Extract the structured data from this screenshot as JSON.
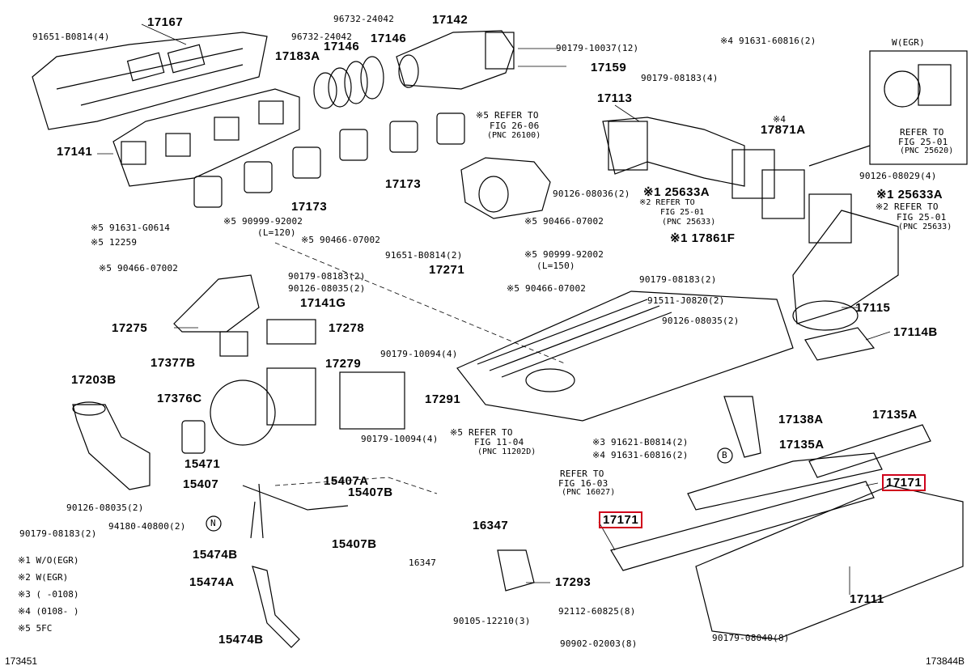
{
  "labels": [
    {
      "id": "p17167",
      "text": "17167",
      "cls": "big"
    },
    {
      "id": "p91651a",
      "text": "91651-B0814(4)",
      "cls": "sm"
    },
    {
      "id": "p96732a",
      "text": "96732-24042",
      "cls": "sm"
    },
    {
      "id": "p17142",
      "text": "17142",
      "cls": "big"
    },
    {
      "id": "p96732b",
      "text": "96732-24042",
      "cls": "sm"
    },
    {
      "id": "p17146a",
      "text": "17146",
      "cls": "big"
    },
    {
      "id": "p17146b",
      "text": "17146",
      "cls": "big"
    },
    {
      "id": "p17183a",
      "text": "17183A",
      "cls": "big"
    },
    {
      "id": "p90179_10037",
      "text": "90179-10037(12)",
      "cls": "sm"
    },
    {
      "id": "p17159",
      "text": "17159",
      "cls": "big"
    },
    {
      "id": "p91631_60816a",
      "text": "※4 91631-60816(2)",
      "cls": "sm"
    },
    {
      "id": "pwegr",
      "text": "W(EGR)",
      "cls": "sm"
    },
    {
      "id": "p90179_08183a",
      "text": "90179-08183(4)",
      "cls": "sm"
    },
    {
      "id": "p17113",
      "text": "17113",
      "cls": "big"
    },
    {
      "id": "p4star",
      "text": "※4",
      "cls": "sm"
    },
    {
      "id": "p17871a",
      "text": "17871A",
      "cls": "big"
    },
    {
      "id": "pref2501a",
      "text": "REFER TO",
      "cls": "sm"
    },
    {
      "id": "pref2501b",
      "text": "FIG 25-01",
      "cls": "sm"
    },
    {
      "id": "pref2501c",
      "text": "(PNC 25620)",
      "cls": "xs"
    },
    {
      "id": "p17141",
      "text": "17141",
      "cls": "big"
    },
    {
      "id": "pref2606a",
      "text": "※5 REFER TO",
      "cls": "sm"
    },
    {
      "id": "pref2606b",
      "text": "FIG 26-06",
      "cls": "sm"
    },
    {
      "id": "pref2606c",
      "text": "(PNC 26100)",
      "cls": "xs"
    },
    {
      "id": "p17173a",
      "text": "17173",
      "cls": "big"
    },
    {
      "id": "p17173b",
      "text": "17173",
      "cls": "big"
    },
    {
      "id": "p90126_08036",
      "text": "90126-08036(2)",
      "cls": "sm"
    },
    {
      "id": "p125633a",
      "text": "※1 25633A",
      "cls": "big"
    },
    {
      "id": "pref2501d",
      "text": "※2 REFER TO",
      "cls": "xs"
    },
    {
      "id": "pref2501e",
      "text": "FIG 25-01",
      "cls": "xs"
    },
    {
      "id": "pref2501f",
      "text": "(PNC 25633)",
      "cls": "xs"
    },
    {
      "id": "p90126_08029",
      "text": "90126-08029(4)",
      "cls": "sm"
    },
    {
      "id": "p125633b",
      "text": "※1 25633A",
      "cls": "big"
    },
    {
      "id": "pref2501g",
      "text": "※2 REFER TO",
      "cls": "sm"
    },
    {
      "id": "pref2501h",
      "text": "FIG 25-01",
      "cls": "sm"
    },
    {
      "id": "pref2501i",
      "text": "(PNC 25633)",
      "cls": "xs"
    },
    {
      "id": "p17861f",
      "text": "※1 17861F",
      "cls": "big"
    },
    {
      "id": "p91631_g0614",
      "text": "※5 91631-G0614",
      "cls": "sm"
    },
    {
      "id": "p90999a",
      "text": "※5 90999-92002",
      "cls": "sm"
    },
    {
      "id": "pl120",
      "text": "(L=120)",
      "cls": "sm"
    },
    {
      "id": "p90466a",
      "text": "※5 90466-07002",
      "cls": "sm"
    },
    {
      "id": "p90466b",
      "text": "※5 90466-07002",
      "cls": "sm"
    },
    {
      "id": "p12259",
      "text": "※5 12259",
      "cls": "sm"
    },
    {
      "id": "p90466c",
      "text": "※5 90466-07002",
      "cls": "sm"
    },
    {
      "id": "p91651b",
      "text": "91651-B0814(2)",
      "cls": "sm"
    },
    {
      "id": "p17271",
      "text": "17271",
      "cls": "big"
    },
    {
      "id": "p90999b",
      "text": "※5 90999-92002",
      "cls": "sm"
    },
    {
      "id": "pl150",
      "text": "(L=150)",
      "cls": "sm"
    },
    {
      "id": "p90179_08183b",
      "text": "90179-08183(2)",
      "cls": "sm"
    },
    {
      "id": "p90126_08035a",
      "text": "90126-08035(2)",
      "cls": "sm"
    },
    {
      "id": "p17141g",
      "text": "17141G",
      "cls": "big"
    },
    {
      "id": "p90466d",
      "text": "※5 90466-07002",
      "cls": "sm"
    },
    {
      "id": "p90179_08183c",
      "text": "90179-08183(2)",
      "cls": "sm"
    },
    {
      "id": "p91511",
      "text": "91511-J0820(2)",
      "cls": "sm"
    },
    {
      "id": "p17115",
      "text": "17115",
      "cls": "big"
    },
    {
      "id": "p17275",
      "text": "17275",
      "cls": "big"
    },
    {
      "id": "p17278",
      "text": "17278",
      "cls": "big"
    },
    {
      "id": "p90126_08035b",
      "text": "90126-08035(2)",
      "cls": "sm"
    },
    {
      "id": "p17114b",
      "text": "17114B",
      "cls": "big"
    },
    {
      "id": "p17377b",
      "text": "17377B",
      "cls": "big"
    },
    {
      "id": "p17279",
      "text": "17279",
      "cls": "big"
    },
    {
      "id": "p90179_10094a",
      "text": "90179-10094(4)",
      "cls": "sm"
    },
    {
      "id": "p17203b",
      "text": "17203B",
      "cls": "big"
    },
    {
      "id": "p17291",
      "text": "17291",
      "cls": "big"
    },
    {
      "id": "p17376c",
      "text": "17376C",
      "cls": "big"
    },
    {
      "id": "p17138a",
      "text": "17138A",
      "cls": "big"
    },
    {
      "id": "p17135a_1",
      "text": "17135A",
      "cls": "big"
    },
    {
      "id": "pref1104a",
      "text": "※5 REFER TO",
      "cls": "sm"
    },
    {
      "id": "pref1104b",
      "text": "FIG 11-04",
      "cls": "sm"
    },
    {
      "id": "pref1104c",
      "text": "(PNC 11202D)",
      "cls": "xs"
    },
    {
      "id": "p90179_10094b",
      "text": "90179-10094(4)",
      "cls": "sm"
    },
    {
      "id": "p91621",
      "text": "※3 91621-B0814(2)",
      "cls": "sm"
    },
    {
      "id": "p91631_60816b",
      "text": "※4 91631-60816(2)",
      "cls": "sm"
    },
    {
      "id": "p17135a_2",
      "text": "17135A",
      "cls": "big"
    },
    {
      "id": "p15471",
      "text": "15471",
      "cls": "big"
    },
    {
      "id": "p15407a",
      "text": "15407A",
      "cls": "big"
    },
    {
      "id": "p15407",
      "text": "15407",
      "cls": "big"
    },
    {
      "id": "p15407b_1",
      "text": "15407B",
      "cls": "big"
    },
    {
      "id": "pref1603a",
      "text": "REFER TO",
      "cls": "sm"
    },
    {
      "id": "pref1603b",
      "text": "FIG 16-03",
      "cls": "sm"
    },
    {
      "id": "pref1603c",
      "text": "(PNC 16027)",
      "cls": "xs"
    },
    {
      "id": "p17171a",
      "text": "17171",
      "cls": "big hl"
    },
    {
      "id": "p90126_08035c",
      "text": "90126-08035(2)",
      "cls": "sm"
    },
    {
      "id": "p94180",
      "text": "94180-40800(2)",
      "cls": "sm"
    },
    {
      "id": "p16347a",
      "text": "16347",
      "cls": "big"
    },
    {
      "id": "p17171b",
      "text": "17171",
      "cls": "big hl"
    },
    {
      "id": "p90179_08183d",
      "text": "90179-08183(2)",
      "cls": "sm"
    },
    {
      "id": "p15407b_2",
      "text": "15407B",
      "cls": "big"
    },
    {
      "id": "p15474b_1",
      "text": "15474B",
      "cls": "big"
    },
    {
      "id": "p16347b",
      "text": "16347",
      "cls": "sm"
    },
    {
      "id": "p15474a",
      "text": "15474A",
      "cls": "big"
    },
    {
      "id": "p17293",
      "text": "17293",
      "cls": "big"
    },
    {
      "id": "p17111",
      "text": "17111",
      "cls": "big"
    },
    {
      "id": "p92112",
      "text": "92112-60825(8)",
      "cls": "sm"
    },
    {
      "id": "p90105",
      "text": "90105-12210(3)",
      "cls": "sm"
    },
    {
      "id": "p15474b_2",
      "text": "15474B",
      "cls": "big"
    },
    {
      "id": "p90902",
      "text": "90902-02003(8)",
      "cls": "sm"
    },
    {
      "id": "p90179_08040",
      "text": "90179-08040(8)",
      "cls": "sm"
    },
    {
      "id": "pcircle_b",
      "text": "B",
      "cls": "sm"
    },
    {
      "id": "pcircle_n",
      "text": "N",
      "cls": "sm"
    }
  ],
  "legend": [
    {
      "mark": "※1",
      "text": "W/O(EGR)"
    },
    {
      "mark": "※2",
      "text": "W(EGR)"
    },
    {
      "mark": "※3",
      "text": "(      -0108)"
    },
    {
      "mark": "※4",
      "text": "(0108-      )"
    },
    {
      "mark": "※5",
      "text": "5FC"
    }
  ],
  "footer": {
    "left": "173451",
    "right": "173844B"
  }
}
